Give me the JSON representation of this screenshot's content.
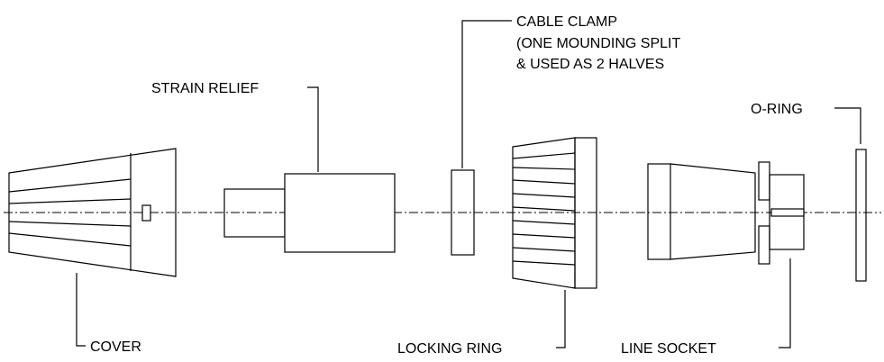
{
  "labels": {
    "cable_clamp_line1": "CABLE CLAMP",
    "cable_clamp_line2": "(ONE MOUNDING SPLIT",
    "cable_clamp_line3": "& USED AS 2 HALVES",
    "strain_relief": "STRAIN RELIEF",
    "o_ring": "O-RING",
    "cover": "COVER",
    "locking_ring": "LOCKING RING",
    "line_socket": "LINE SOCKET"
  },
  "colors": {
    "line": "#000000",
    "background": "#ffffff"
  }
}
